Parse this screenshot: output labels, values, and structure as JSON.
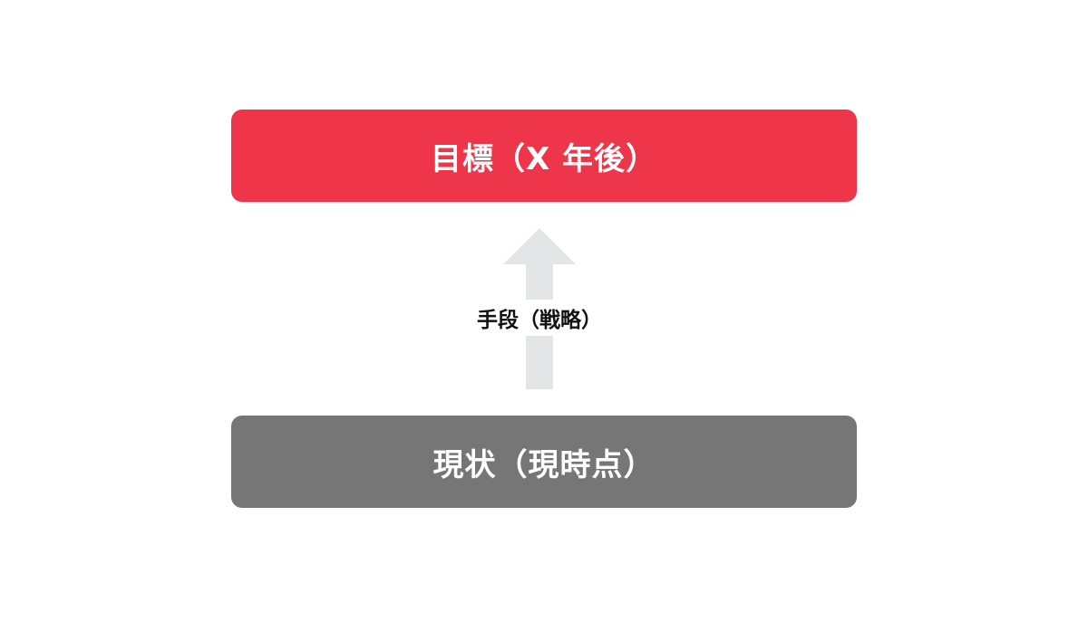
{
  "diagram": {
    "goal": {
      "label": "目標（X 年後）",
      "color": "#ee3549"
    },
    "means": {
      "label": "手段（戦略）",
      "arrow_color": "#e3e5e7",
      "arrow_direction": "up"
    },
    "current": {
      "label": "現状（現時点）",
      "color": "#767676"
    }
  }
}
